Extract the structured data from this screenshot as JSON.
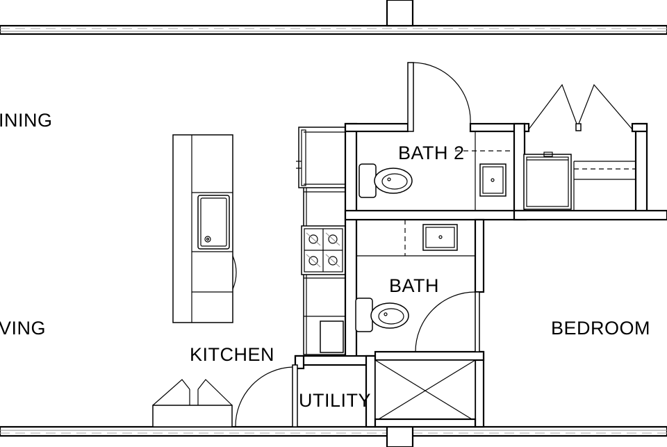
{
  "plan": {
    "rooms": {
      "dining": "INING",
      "living": "VING",
      "kitchen": "KITCHEN",
      "bath2": "BATH 2",
      "bath": "BATH",
      "utility": "UTILITY",
      "bedroom": "BEDROOM"
    }
  }
}
